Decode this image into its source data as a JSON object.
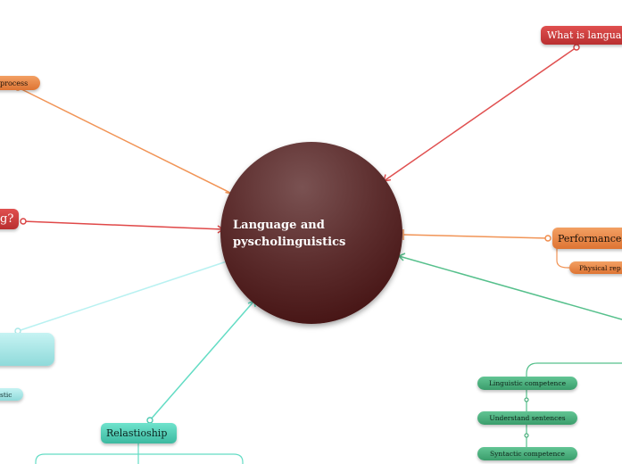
{
  "central": {
    "label": "Language and pyscholinguistics"
  },
  "nodes": {
    "what_is_language": "What is languag",
    "process": "process",
    "question": "g?",
    "performance": "Performance",
    "physical": "Physical rep",
    "relationship": "Relastioship",
    "stic": "stic",
    "linguistic_competence": "Linguistic competence",
    "understand_sentences": "Understand sentences",
    "syntactic_competence": "Syntactic competence"
  },
  "colors": {
    "red": "#d23f3f",
    "orange": "#ee8c4b",
    "green": "#4cb07e",
    "teal": "#55d6bc",
    "cyan": "#a8e8e8",
    "center": "#4a1414"
  }
}
